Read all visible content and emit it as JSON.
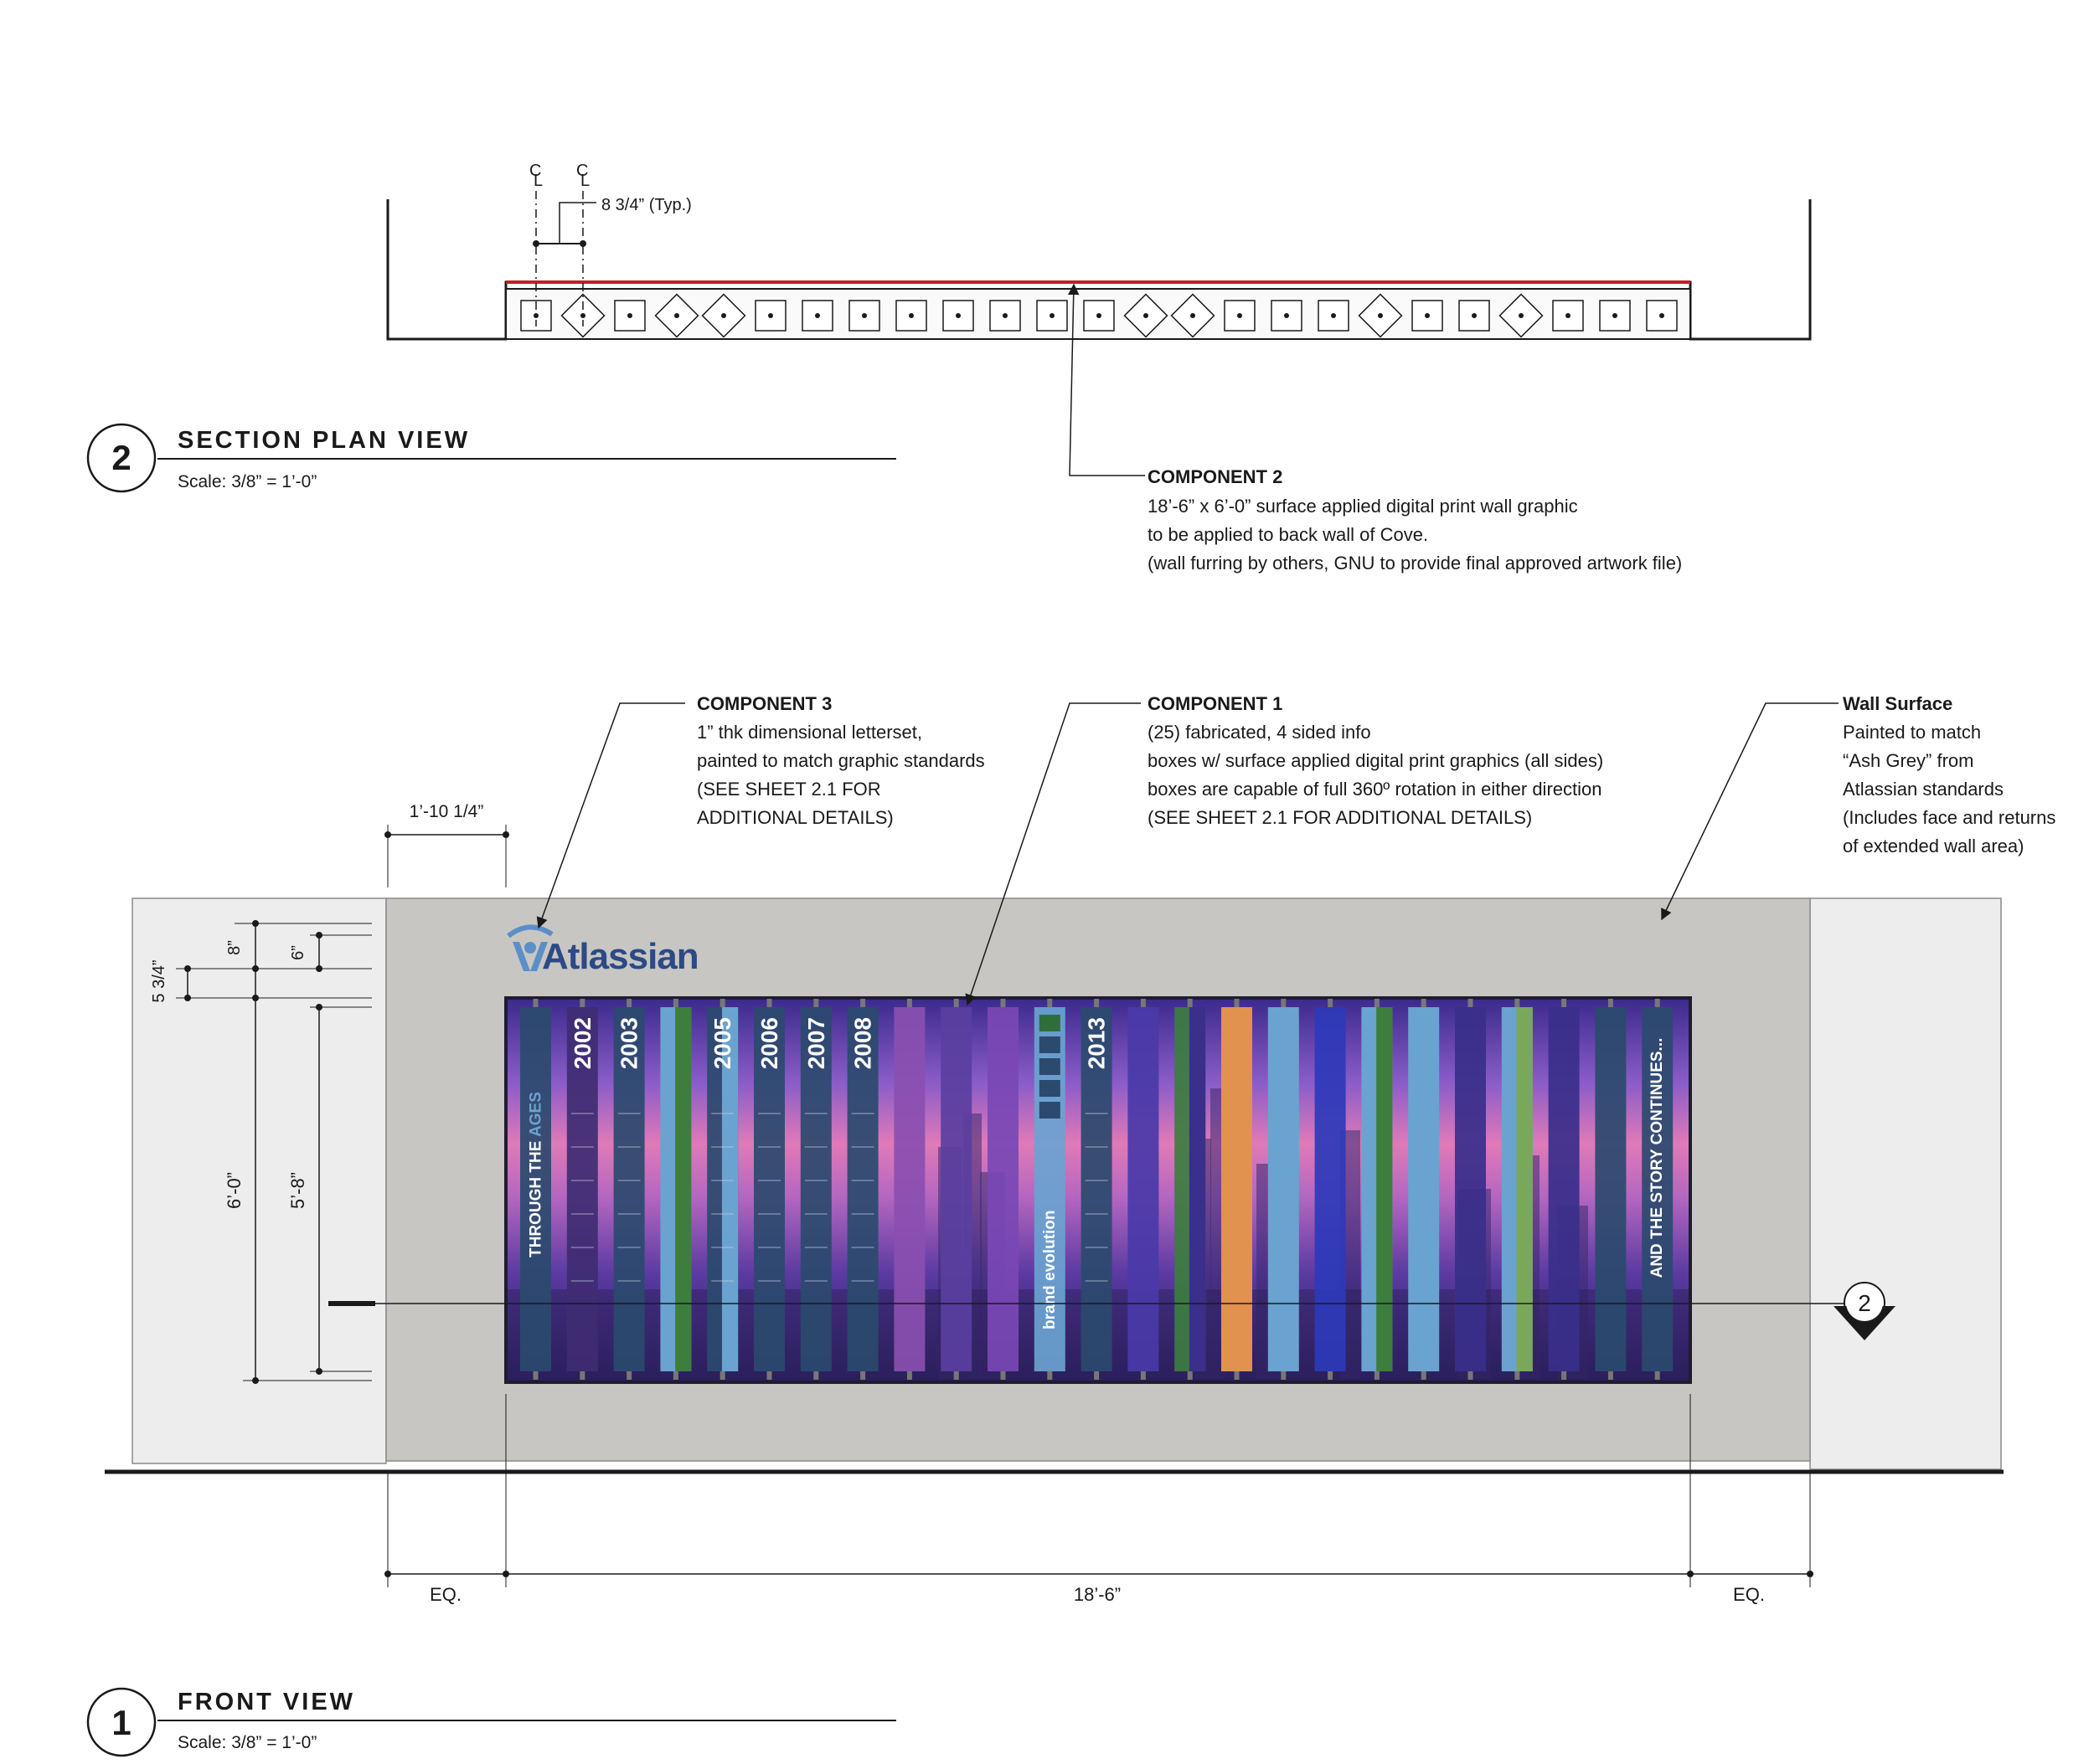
{
  "colors": {
    "wall_grey": "#c8c6c3",
    "extended_wall": "#ededed",
    "frame_dark": "#1f1d2e",
    "line": "#1a1a1a",
    "red_line": "#c0202a",
    "brand_blue": "#2b4a86",
    "brand_light_blue": "#5b8fc7"
  },
  "section_plan": {
    "number": "2",
    "title": "SECTION PLAN VIEW",
    "scale": "Scale: 3/8” = 1’-0”",
    "centerline_a": "C",
    "centerline_b": "C",
    "centerline_sub": "L",
    "spacing_note": "8 3/4” (Typ.)",
    "diamond_positions": [
      1,
      3,
      4,
      13,
      14,
      18,
      21
    ]
  },
  "component2": {
    "heading": "COMPONENT 2",
    "lines": [
      "18’-6” x 6’-0” surface applied digital print wall graphic",
      "to be applied to back wall of Cove.",
      "(wall furring by others, GNU to provide final approved artwork file)"
    ]
  },
  "component3": {
    "heading": "COMPONENT 3",
    "lines": [
      "1” thk dimensional letterset,",
      "painted to match graphic standards",
      "(SEE SHEET 2.1 FOR",
      "ADDITIONAL DETAILS)"
    ]
  },
  "component1": {
    "heading": "COMPONENT 1",
    "lines": [
      "(25) fabricated, 4 sided  info",
      "boxes w/ surface applied digital print graphics (all sides)",
      "boxes are capable of full 360º rotation in either direction",
      "(SEE SHEET 2.1 FOR ADDITIONAL DETAILS)"
    ]
  },
  "wall_surface": {
    "heading": "Wall Surface",
    "lines": [
      "Painted to match",
      "“Ash Grey” from",
      "Atlassian standards",
      "(Includes face and returns",
      "of extended wall area)"
    ]
  },
  "front_view": {
    "number": "1",
    "title": "FRONT VIEW",
    "scale": "Scale: 3/8” = 1’-0”",
    "logo_text": "Atlassian",
    "section_marker": "2",
    "dims": {
      "top_offset": "1’-10 1/4”",
      "eight_in": "8”",
      "six_in": "6”",
      "five_three_quarter": "5 3/4”",
      "six_ft": "6’-0”",
      "five_eight": "5’-8”",
      "overall_width": "18’-6”",
      "eq_left": "EQ.",
      "eq_right": "EQ."
    },
    "panels": [
      {
        "color": "#2b4a6e",
        "label": "THROUGH THE AGES",
        "hl": "AGES"
      },
      {
        "color": "#3f2d72",
        "label": "2002"
      },
      {
        "color": "#2b4a6e",
        "label": "2003"
      },
      {
        "color": "#6aa3d0",
        "label": "",
        "accent": "#3d7d3e"
      },
      {
        "color": "#2b4a6e",
        "label": "2005",
        "accent": "#6aa3d0"
      },
      {
        "color": "#2b4a6e",
        "label": "2006"
      },
      {
        "color": "#2b4a6e",
        "label": "2007"
      },
      {
        "color": "#2b4a6e",
        "label": "2008"
      },
      {
        "color": "#8a4fb0",
        "label": ""
      },
      {
        "color": "#5a3fa0",
        "label": ""
      },
      {
        "color": "#7a48b4",
        "label": ""
      },
      {
        "color": "#6aa3d0",
        "label": "brand evolution",
        "icons": true
      },
      {
        "color": "#2b4a6e",
        "label": "2013"
      },
      {
        "color": "#4a3aa8",
        "label": ""
      },
      {
        "color": "#3d7d3e",
        "label": "",
        "accent": "#3a2f8a"
      },
      {
        "color": "#e0924e",
        "label": ""
      },
      {
        "color": "#6aa3d0",
        "label": ""
      },
      {
        "color": "#2e3ab8",
        "label": ""
      },
      {
        "color": "#6aa3d0",
        "label": "",
        "accent": "#3d7d3e"
      },
      {
        "color": "#6aa3d0",
        "label": ""
      },
      {
        "color": "#3a2f8a",
        "label": ""
      },
      {
        "color": "#6aa3d0",
        "label": "",
        "accent": "#7aa85a"
      },
      {
        "color": "#3a2f8a",
        "label": ""
      },
      {
        "color": "#2b4a6e",
        "label": ""
      },
      {
        "color": "#2b4a6e",
        "label": "AND THE STORY CONTINUES..."
      }
    ]
  }
}
